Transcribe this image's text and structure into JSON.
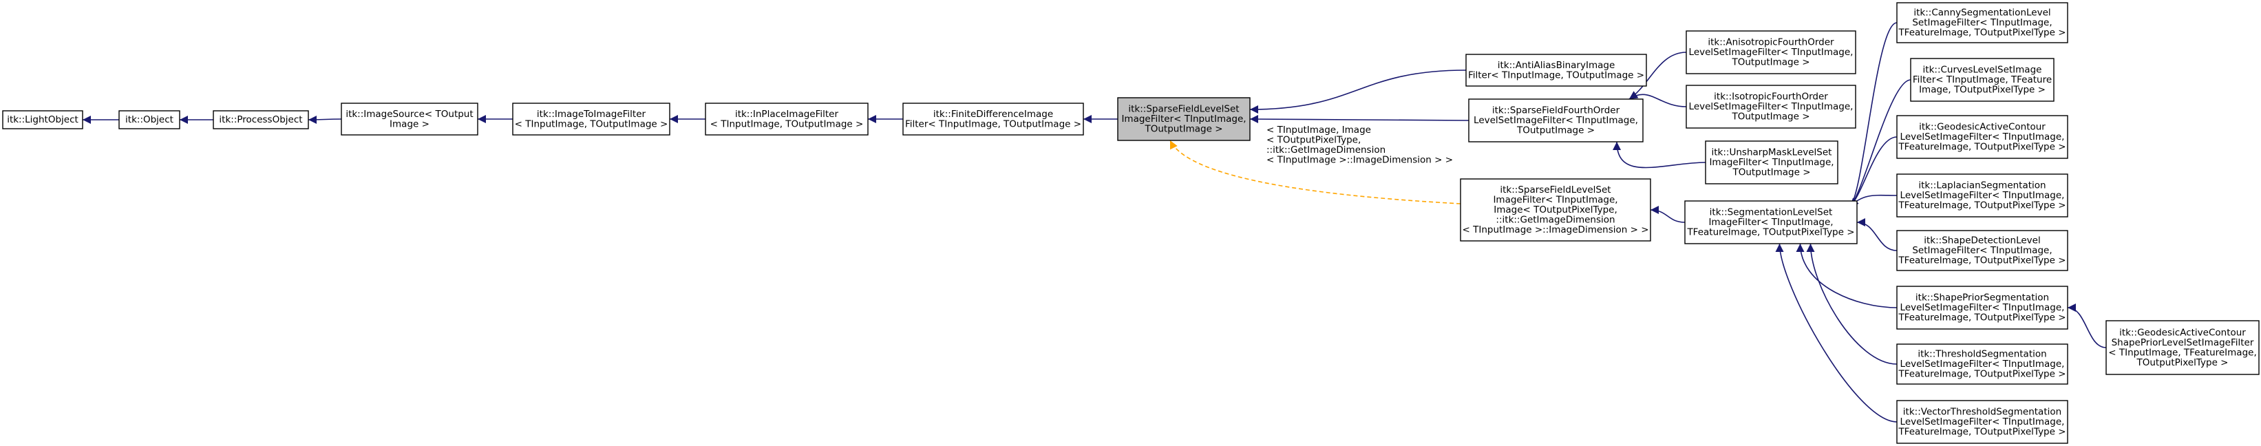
{
  "colors": {
    "edge": "#191970",
    "template_edge": "#ffa500",
    "current_fill": "#bfbfbf",
    "node_fill": "#ffffff",
    "node_border": "#000000"
  },
  "nodes": [
    {
      "id": "lightobject",
      "lines": [
        "itk::LightObject"
      ]
    },
    {
      "id": "object",
      "lines": [
        "itk::Object"
      ]
    },
    {
      "id": "processobject",
      "lines": [
        "itk::ProcessObject"
      ]
    },
    {
      "id": "imagesource",
      "lines": [
        "itk::ImageSource< TOutput",
        "Image >"
      ]
    },
    {
      "id": "imagetoimagefilter",
      "lines": [
        "itk::ImageToImageFilter",
        "< TInputImage, TOutputImage >"
      ]
    },
    {
      "id": "inplaceimagefilter",
      "lines": [
        "itk::InPlaceImageFilter",
        "< TInputImage, TOutputImage >"
      ]
    },
    {
      "id": "finitedifferenceimagefilter",
      "lines": [
        "itk::FiniteDifferenceImage",
        "Filter< TInputImage, TOutputImage >"
      ]
    },
    {
      "id": "sparsefieldlevelset",
      "current": true,
      "lines": [
        "itk::SparseFieldLevelSet",
        "ImageFilter< TInputImage,",
        "TOutputImage >"
      ]
    },
    {
      "id": "antialiasbinary",
      "lines": [
        "itk::AntiAliasBinaryImage",
        "Filter< TInputImage, TOutputImage >"
      ]
    },
    {
      "id": "sparsefieldfourthorder",
      "lines": [
        "itk::SparseFieldFourthOrder",
        "LevelSetImageFilter< TInputImage,",
        "TOutputImage >"
      ]
    },
    {
      "id": "sparsefieldinstance",
      "lines": [
        "itk::SparseFieldLevelSet",
        "ImageFilter< TInputImage,",
        " Image< TOutputPixelType,",
        " ::itk::GetImageDimension",
        "< TInputImage >::ImageDimension > >"
      ]
    },
    {
      "id": "anisotropicfourthorder",
      "lines": [
        "itk::AnisotropicFourthOrder",
        "LevelSetImageFilter< TInputImage,",
        "TOutputImage >"
      ]
    },
    {
      "id": "isotropicfourthorder",
      "lines": [
        "itk::IsotropicFourthOrder",
        "LevelSetImageFilter< TInputImage,",
        "TOutputImage >"
      ]
    },
    {
      "id": "unsharpmask",
      "lines": [
        "itk::UnsharpMaskLevelSet",
        "ImageFilter< TInputImage,",
        "TOutputImage >"
      ]
    },
    {
      "id": "segmentationlevelset",
      "lines": [
        "itk::SegmentationLevelSet",
        "ImageFilter< TInputImage,",
        "TFeatureImage, TOutputPixelType >"
      ]
    },
    {
      "id": "cannysegmentation",
      "lines": [
        "itk::CannySegmentationLevel",
        "SetImageFilter< TInputImage,",
        "TFeatureImage, TOutputPixelType >"
      ]
    },
    {
      "id": "curveslevelset",
      "lines": [
        "itk::CurvesLevelSetImage",
        "Filter< TInputImage, TFeature",
        "Image, TOutputPixelType >"
      ]
    },
    {
      "id": "geodesicactivecontour",
      "lines": [
        "itk::GeodesicActiveContour",
        "LevelSetImageFilter< TInputImage,",
        "TFeatureImage, TOutputPixelType >"
      ]
    },
    {
      "id": "laplaciansegmentation",
      "lines": [
        "itk::LaplacianSegmentation",
        "LevelSetImageFilter< TInputImage,",
        "TFeatureImage, TOutputPixelType >"
      ]
    },
    {
      "id": "shapedetection",
      "lines": [
        "itk::ShapeDetectionLevel",
        "SetImageFilter< TInputImage,",
        "TFeatureImage, TOutputPixelType >"
      ]
    },
    {
      "id": "shapeprior",
      "lines": [
        "itk::ShapePriorSegmentation",
        "LevelSetImageFilter< TInputImage,",
        "TFeatureImage, TOutputPixelType >"
      ]
    },
    {
      "id": "thresholdsegmentation",
      "lines": [
        "itk::ThresholdSegmentation",
        "LevelSetImageFilter< TInputImage,",
        "TFeatureImage, TOutputPixelType >"
      ]
    },
    {
      "id": "vectorthreshold",
      "lines": [
        "itk::VectorThresholdSegmentation",
        "LevelSetImageFilter< TInputImage,",
        "TFeatureImage, TOutputPixelType >"
      ]
    },
    {
      "id": "geodesicshapeprior",
      "lines": [
        "itk::GeodesicActiveContour",
        "ShapePriorLevelSetImageFilter",
        "< TInputImage, TFeatureImage,",
        " TOutputPixelType >"
      ]
    }
  ],
  "template_label": {
    "lines": [
      "< TInputImage, Image",
      "< TOutputPixelType,",
      "::itk::GetImageDimension",
      "< TInputImage >::ImageDimension > >"
    ]
  }
}
